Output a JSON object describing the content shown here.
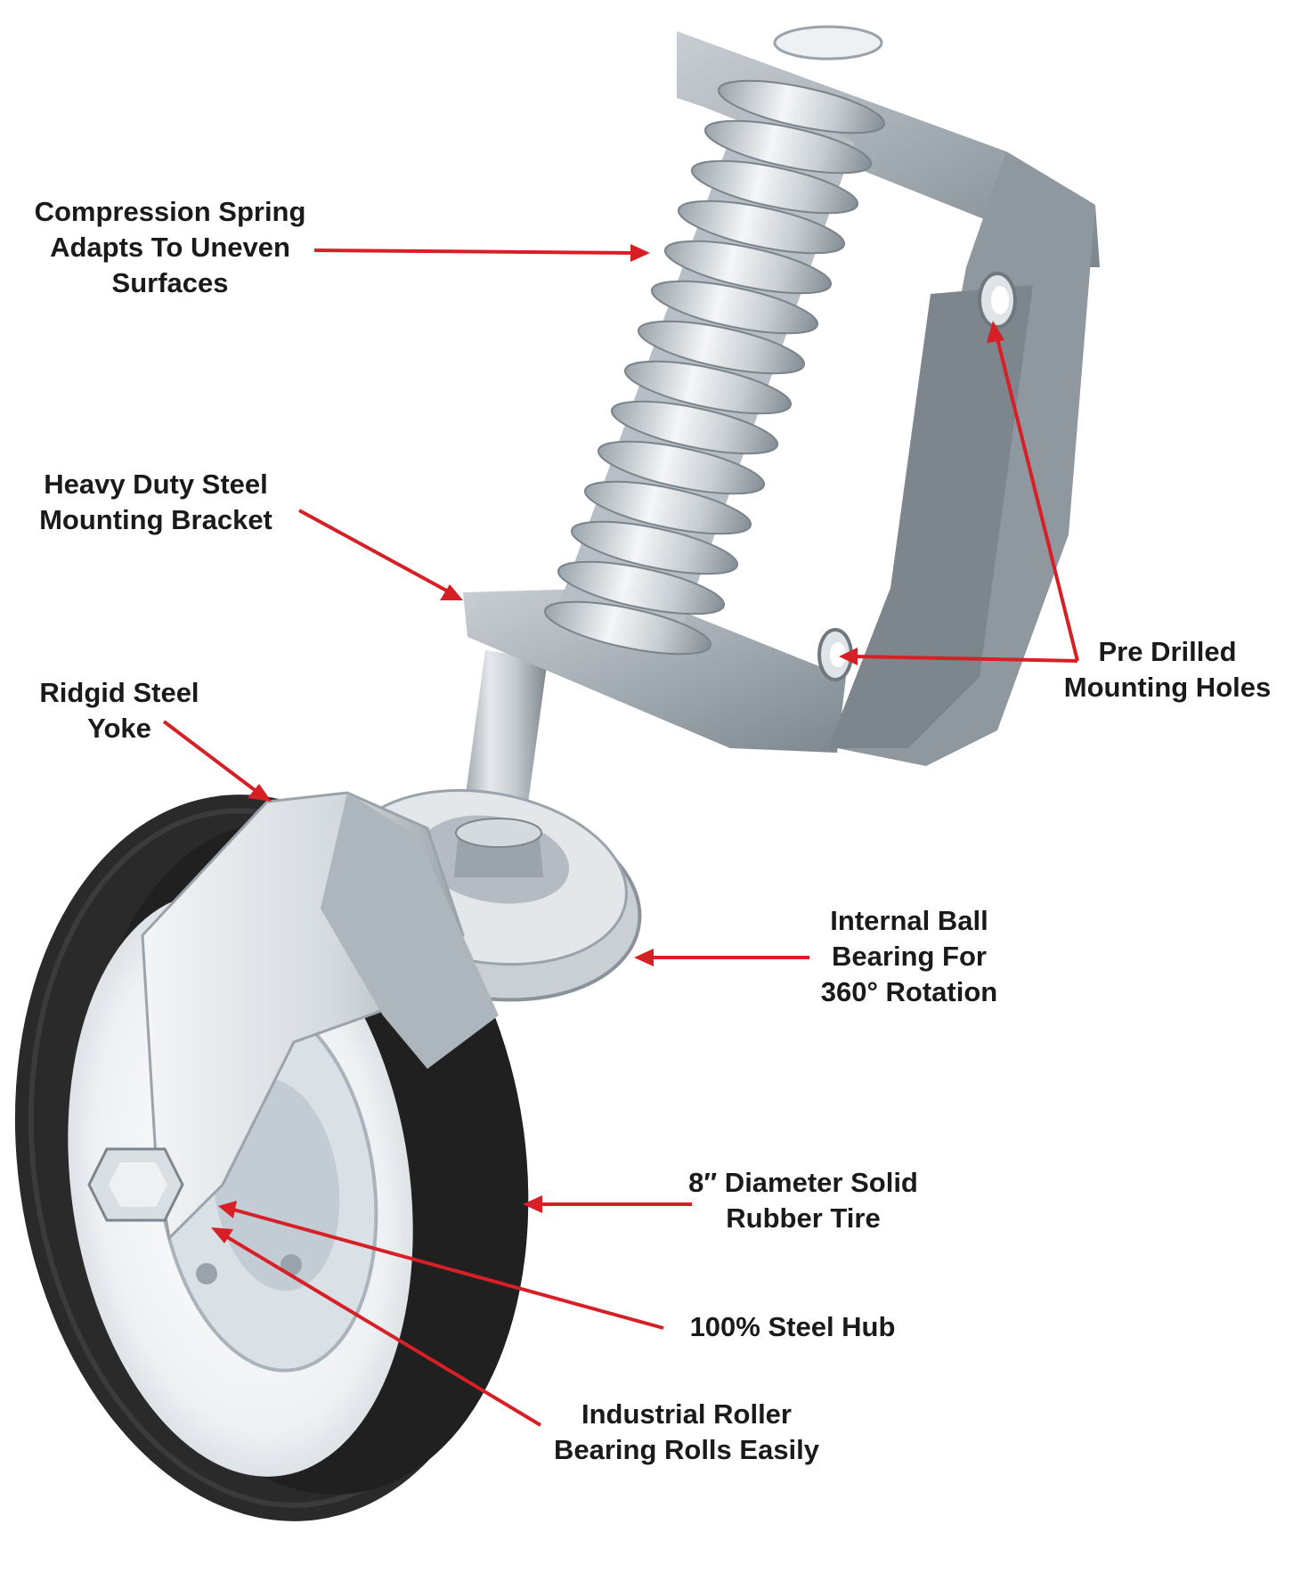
{
  "callouts": [
    {
      "id": "compression-spring",
      "lines": [
        "Compression Spring",
        "Adapts To Uneven",
        "Surfaces"
      ]
    },
    {
      "id": "mounting-bracket",
      "lines": [
        "Heavy Duty Steel",
        "Mounting Bracket"
      ]
    },
    {
      "id": "steel-yoke",
      "lines": [
        "Ridgid Steel",
        "Yoke"
      ]
    },
    {
      "id": "mounting-holes",
      "lines": [
        "Pre Drilled",
        "Mounting Holes"
      ]
    },
    {
      "id": "ball-bearing",
      "lines": [
        "Internal Ball",
        "Bearing For",
        "360° Rotation"
      ]
    },
    {
      "id": "rubber-tire",
      "lines": [
        "8″ Diameter Solid",
        "Rubber Tire"
      ]
    },
    {
      "id": "steel-hub",
      "lines": [
        "100% Steel Hub"
      ]
    },
    {
      "id": "roller-bearing",
      "lines": [
        "Industrial Roller",
        "Bearing Rolls Easily"
      ]
    }
  ],
  "colors": {
    "arrow": "#d71f26",
    "text": "#1a1a1a",
    "steel_light": "#dfe3e7",
    "steel_mid": "#b7bec5",
    "steel_dark": "#8a939b",
    "rubber": "#2a2a2b",
    "hub_white": "#f2f4f6"
  }
}
